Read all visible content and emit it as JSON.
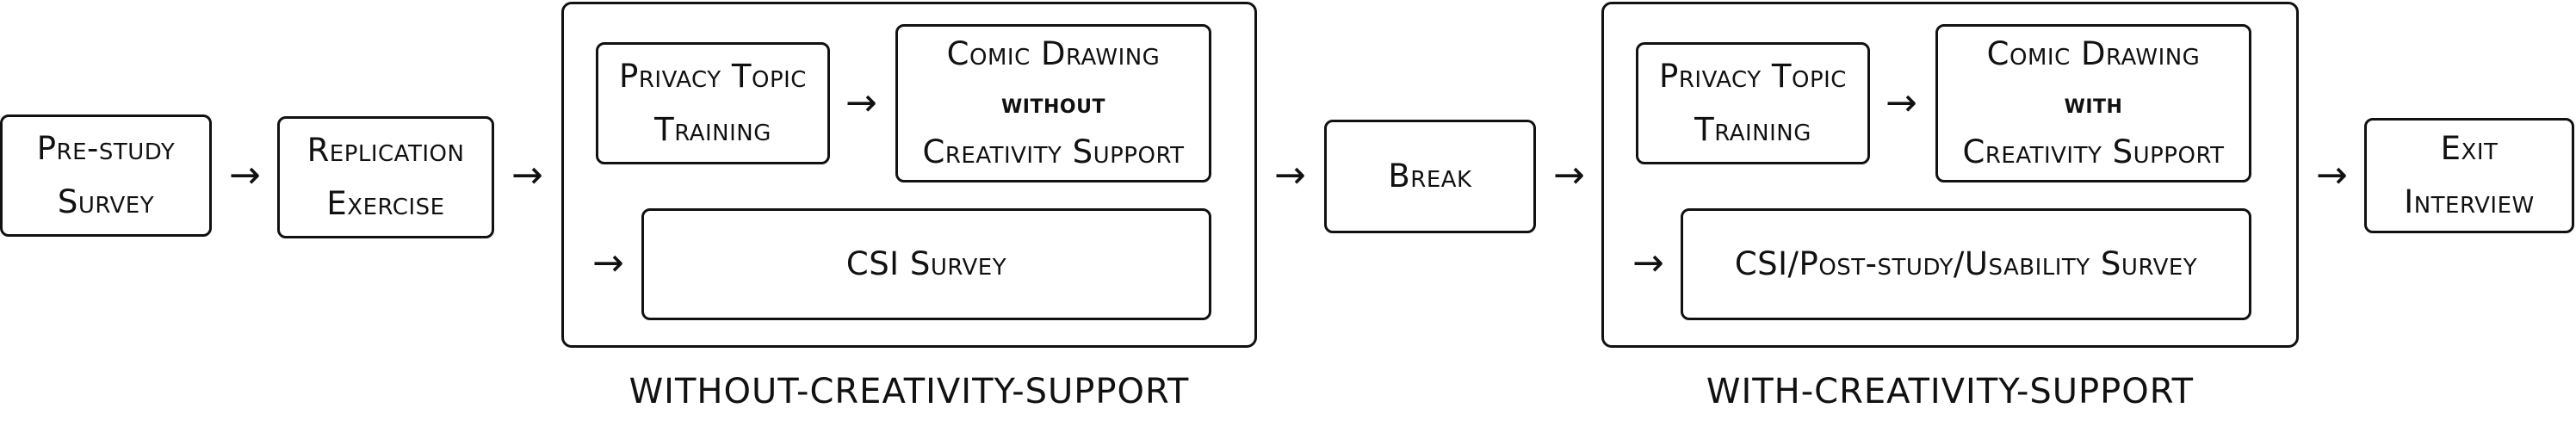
{
  "diagram": {
    "arrow_glyph": "→",
    "pre_study_survey": [
      "Pre-study",
      "Survey"
    ],
    "replication_exercise": [
      "Replication",
      "Exercise"
    ],
    "break": "Break",
    "exit_interview": [
      "Exit",
      "Interview"
    ],
    "without_group": {
      "caption": "WITHOUT-CREATIVITY-SUPPORT",
      "training": [
        "Privacy Topic",
        "Training"
      ],
      "drawing": [
        "Comic Drawing",
        "without",
        "Creativity Support"
      ],
      "survey": "CSI Survey"
    },
    "with_group": {
      "caption": "WITH-CREATIVITY-SUPPORT",
      "training": [
        "Privacy Topic",
        "Training"
      ],
      "drawing": [
        "Comic Drawing",
        "with",
        "Creativity Support"
      ],
      "survey": "CSI/Post-study/Usability Survey"
    }
  }
}
